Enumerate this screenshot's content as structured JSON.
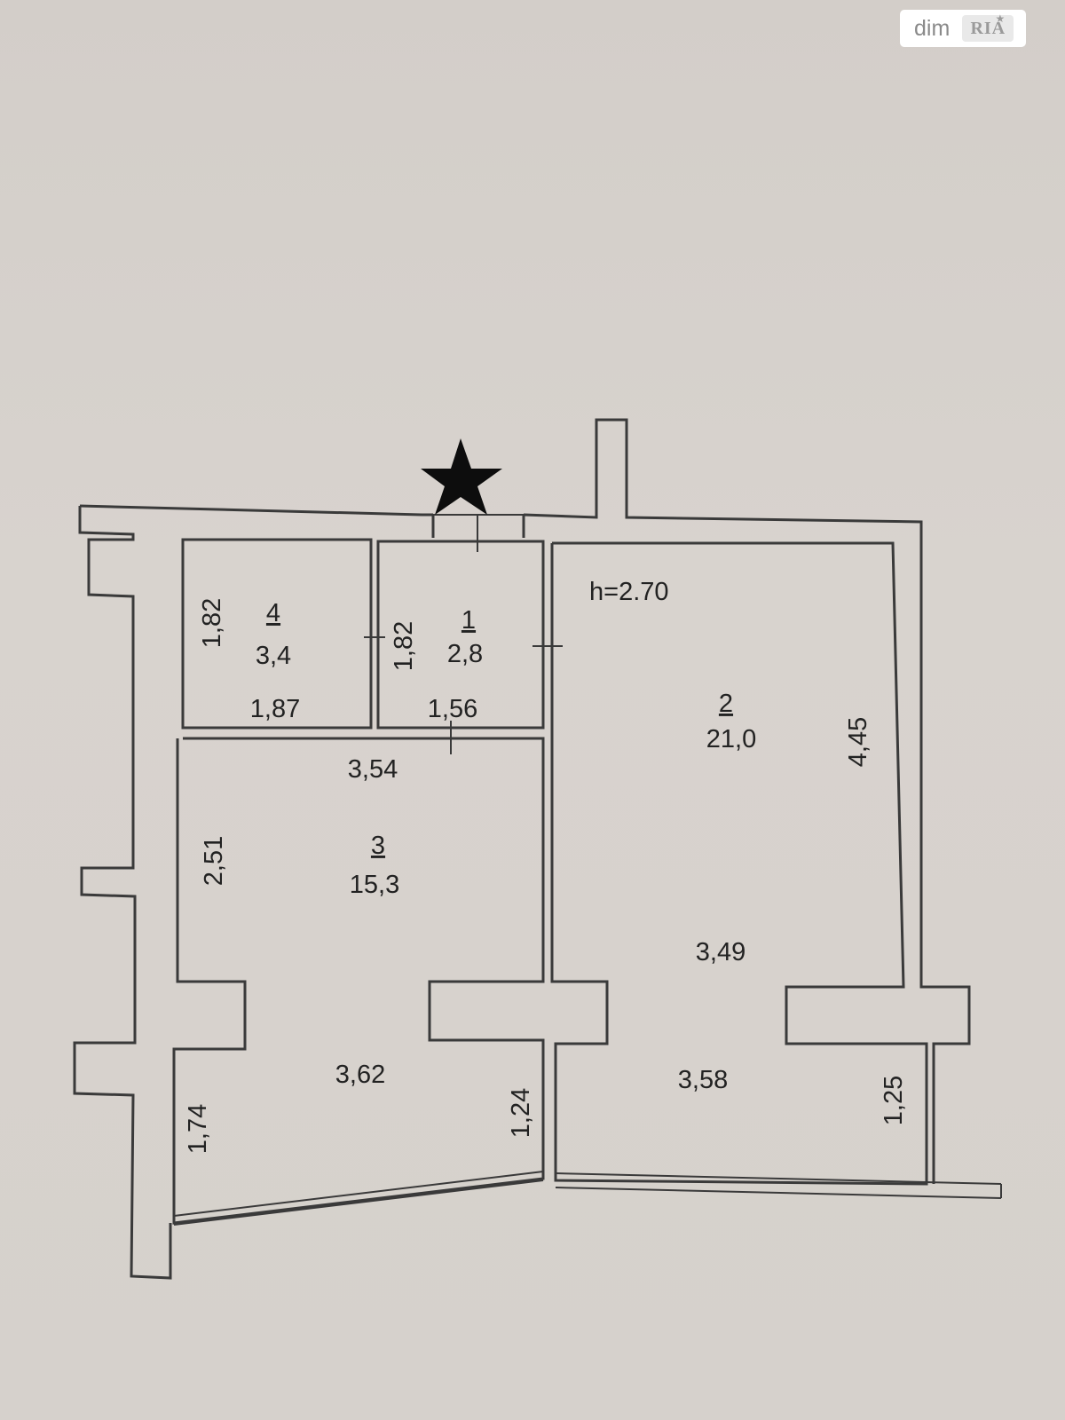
{
  "watermark": {
    "text": "dim",
    "logo": "RIA",
    "logo_icon": "star-icon"
  },
  "plan": {
    "ceiling_height": "h=2.70",
    "entrance_marker": "star-icon",
    "rooms": [
      {
        "index": "4",
        "area": "3,4"
      },
      {
        "index": "1",
        "area": "2,8"
      },
      {
        "index": "2",
        "area": "21,0"
      },
      {
        "index": "3",
        "area": "15,3"
      }
    ],
    "dimensions": {
      "room4_height": "1,82",
      "room4_width": "1,87",
      "room1_height": "1,82",
      "room1_width": "1,56",
      "room3_top": "3,54",
      "room3_left": "2,51",
      "room3_bottom": "3,62",
      "room3_right_lower": "1,24",
      "room3_left_lower": "1,74",
      "room2_right": "4,45",
      "room2_mid": "3,49",
      "room2_bottom": "3,58",
      "room2_right_lower": "1,25"
    }
  }
}
